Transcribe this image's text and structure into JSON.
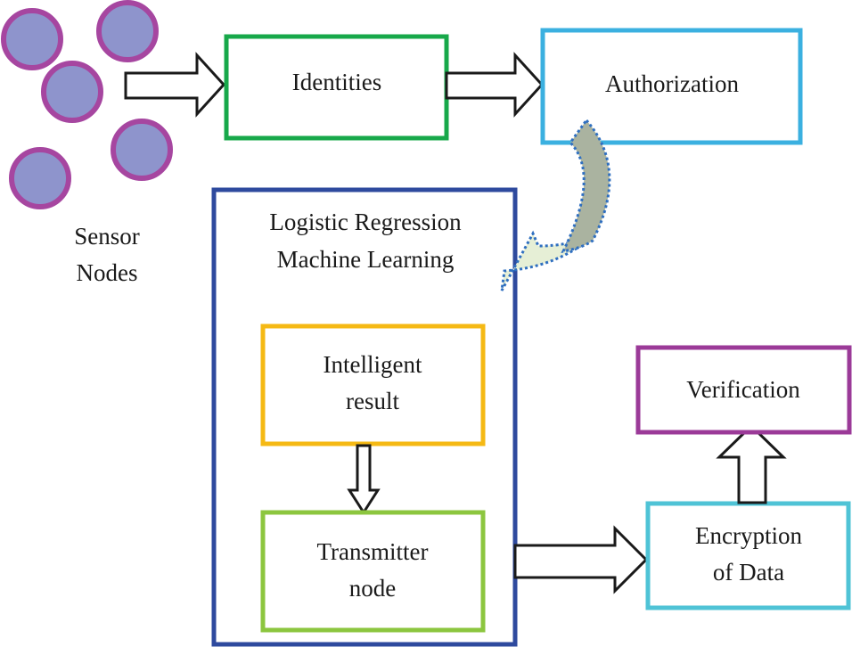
{
  "sensor_nodes": {
    "label_line1": "Sensor",
    "label_line2": "Nodes"
  },
  "boxes": {
    "identities": {
      "label": "Identities",
      "color": "#17a84a"
    },
    "authorization": {
      "label": "Authorization",
      "color": "#3bb0e0"
    },
    "logistic_regression": {
      "line1": "Logistic Regression",
      "line2": "Machine Learning",
      "color": "#2e4a9e"
    },
    "intelligent_result": {
      "line1": "Intelligent",
      "line2": "result",
      "color": "#f5b914"
    },
    "transmitter_node": {
      "line1": "Transmitter",
      "line2": "node",
      "color": "#8cc63f"
    },
    "encryption": {
      "line1": "Encryption",
      "line2": "of Data",
      "color": "#4fc3d6"
    },
    "verification": {
      "label": "Verification",
      "color": "#9b3a98"
    }
  },
  "colors": {
    "node_fill": "#8e94cc",
    "node_stroke": "#a646a0",
    "curved_arrow_dark": "#aab3a0",
    "curved_arrow_light": "#e6efd6",
    "curved_arrow_outline": "#2f6fc0"
  }
}
